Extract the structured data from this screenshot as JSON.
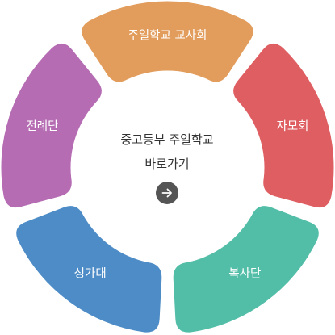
{
  "segments": [
    {
      "label": "주일학교 교사회",
      "color": "#E29C5B"
    },
    {
      "label": "자모회",
      "color": "#DE5E62"
    },
    {
      "label": "복사단",
      "color": "#52BEA8"
    },
    {
      "label": "성가대",
      "color": "#4D8CC6"
    },
    {
      "label": "전례단",
      "color": "#B56CB3"
    }
  ],
  "center": {
    "line1": "중고등부 주일학교",
    "line2": "바로가기",
    "button_icon": "arrow-right-icon"
  }
}
